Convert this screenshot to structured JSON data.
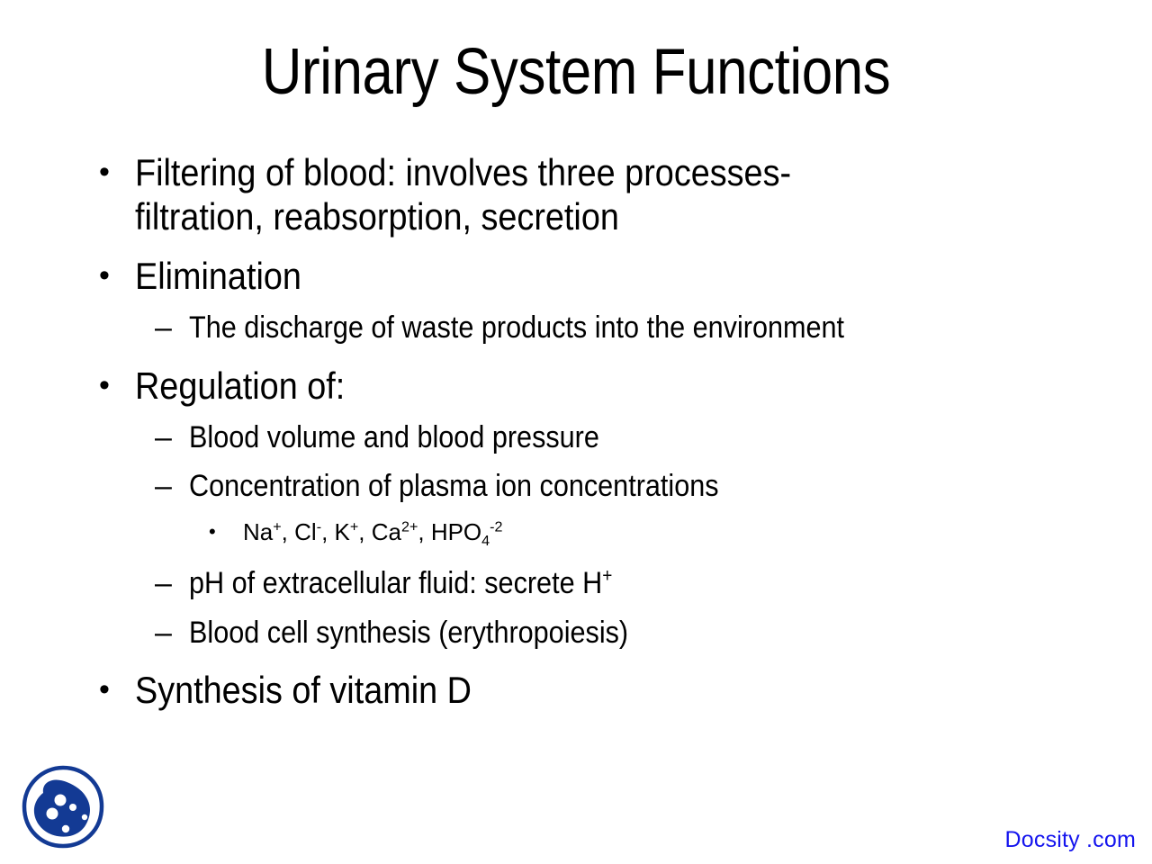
{
  "slide": {
    "title": "Urinary System Functions",
    "background_color": "#ffffff",
    "text_color": "#000000"
  },
  "content": {
    "bullet_glyph": "•",
    "dash_glyph": "–",
    "items": [
      {
        "level": 1,
        "text": "Filtering of blood: involves three processes- filtration, reabsorption, secretion"
      },
      {
        "level": 1,
        "text": "Elimination"
      },
      {
        "level": 2,
        "text": "The discharge of waste products into the environment"
      },
      {
        "level": 1,
        "text": "Regulation of:"
      },
      {
        "level": 2,
        "text": "Blood volume and blood pressure"
      },
      {
        "level": 2,
        "text": "Concentration of plasma ion concentrations"
      },
      {
        "level": 3,
        "text": "Na+, Cl-, K+, Ca2+, HPO4-2",
        "ions": [
          {
            "symbol": "Na",
            "charge": "+"
          },
          {
            "symbol": "Cl",
            "charge": "-"
          },
          {
            "symbol": "K",
            "charge": "+"
          },
          {
            "symbol": "Ca",
            "charge": "2+"
          },
          {
            "symbol": "HPO",
            "subscript": "4",
            "charge": "-2"
          }
        ]
      },
      {
        "level": 2,
        "text": "pH of extracellular fluid: secrete H+"
      },
      {
        "level": 2,
        "text": "Blood cell synthesis (erythropoiesis)"
      },
      {
        "level": 1,
        "text": "Synthesis of vitamin D"
      }
    ],
    "line1_a": "Filtering of blood: involves three processes-",
    "line1_b": "filtration, reabsorption, secretion",
    "elimination": "Elimination",
    "elimination_sub": "The discharge of waste products into the environment",
    "regulation": "Regulation of:",
    "regulation_sub1": "Blood volume and blood pressure",
    "regulation_sub2": "Concentration of plasma ion concentrations",
    "regulation_sub3_pre": "pH of extracellular fluid: secrete H",
    "regulation_sub3_sup": "+",
    "regulation_sub4": "Blood cell synthesis (erythropoiesis)",
    "synthesis": "Synthesis of vitamin D",
    "ion_na": "Na",
    "ion_na_sup": "+",
    "ion_sep1": ", ",
    "ion_cl": "Cl",
    "ion_cl_sup": "-",
    "ion_sep2": ", ",
    "ion_k": "K",
    "ion_k_sup": "+",
    "ion_sep3": ", ",
    "ion_ca": "Ca",
    "ion_ca_sup": "2+",
    "ion_sep4": ", ",
    "ion_hpo": "HPO",
    "ion_hpo_sub": "4",
    "ion_hpo_sup": "-2"
  },
  "branding": {
    "watermark": "Docsity .com",
    "watermark_color": "#1414ee",
    "logo_color": "#133a94",
    "logo_name": "docsity-logo"
  }
}
